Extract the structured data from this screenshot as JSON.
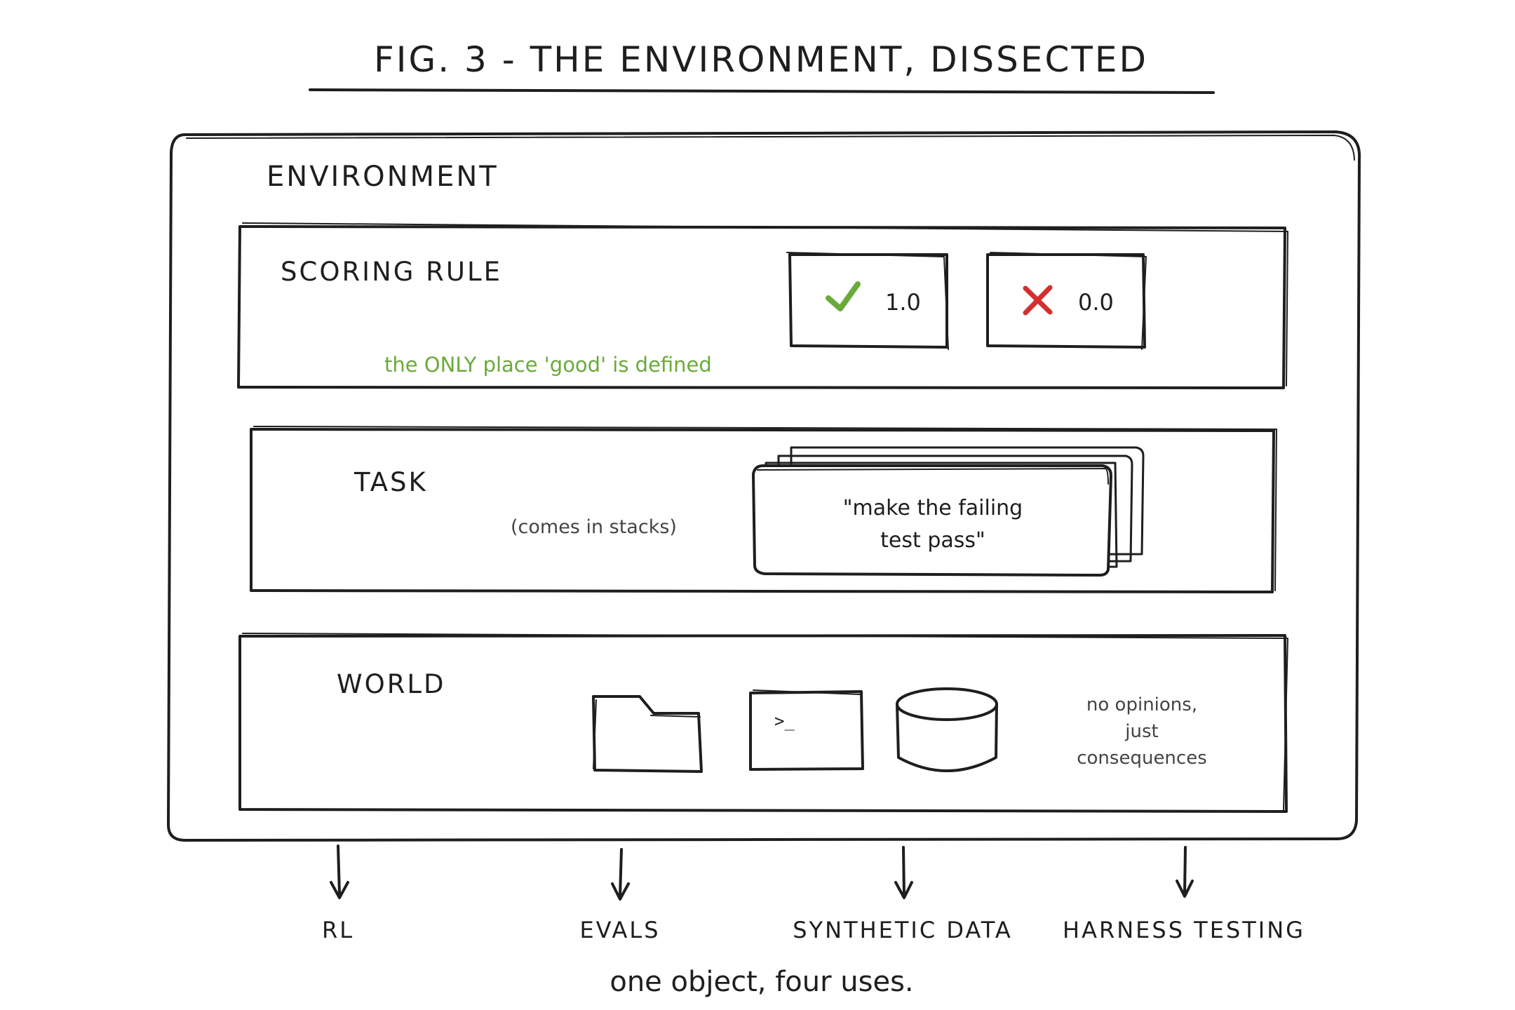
{
  "figure": {
    "title": "FIG. 3 - THE ENVIRONMENT, DISSECTED",
    "caption": "one object, four uses."
  },
  "environment": {
    "label": "ENVIRONMENT",
    "scoring_rule": {
      "label": "SCORING RULE",
      "note": "the ONLY place 'good' is defined",
      "pass": {
        "value": "1.0",
        "icon": "check-icon"
      },
      "fail": {
        "value": "0.0",
        "icon": "cross-icon"
      }
    },
    "task": {
      "label": "TASK",
      "note": "(comes in stacks)",
      "card_line1": "\"make the failing",
      "card_line2": "test pass\""
    },
    "world": {
      "label": "WORLD",
      "icons": [
        "folder-icon",
        "terminal-icon",
        "database-icon"
      ],
      "terminal_prompt": ">_",
      "note_line1": "no opinions,",
      "note_line2": "just",
      "note_line3": "consequences"
    }
  },
  "uses": [
    "RL",
    "EVALS",
    "SYNTHETIC DATA",
    "HARNESS TESTING"
  ],
  "colors": {
    "ink": "#1e1e1e",
    "green": "#6aaa3a",
    "red": "#d32f2f",
    "muted": "#444444"
  }
}
